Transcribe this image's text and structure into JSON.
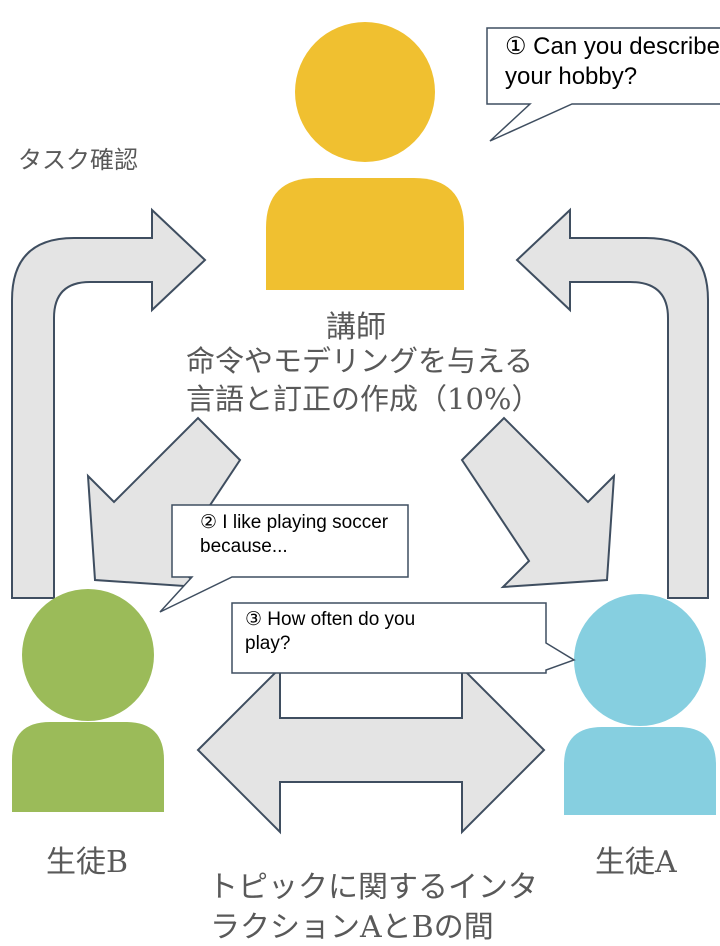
{
  "colors": {
    "teacher": "#F0C030",
    "student_b": "#9BBB59",
    "student_a": "#86CFE0",
    "arrow_fill": "#E4E4E4",
    "arrow_stroke": "#3F4E60",
    "text": "#595959"
  },
  "icons": {
    "teacher": "person-icon",
    "student_b": "person-icon",
    "student_a": "person-icon"
  },
  "labels": {
    "task_check": "タスク確認",
    "teacher_name": "講師",
    "teacher_line1": "命令やモデリングを与える",
    "teacher_line2": "言語と訂正の作成（10%）",
    "student_b": "生徒B",
    "student_a": "生徒A",
    "interaction_line1": "トピックに関するインタ",
    "interaction_line2": "ラクションAとBの間"
  },
  "bubbles": {
    "b1": "① Can you describe\nyour hobby?",
    "b2": "② I like playing soccer\nbecause...",
    "b3": "③ How often do you\nplay?"
  }
}
